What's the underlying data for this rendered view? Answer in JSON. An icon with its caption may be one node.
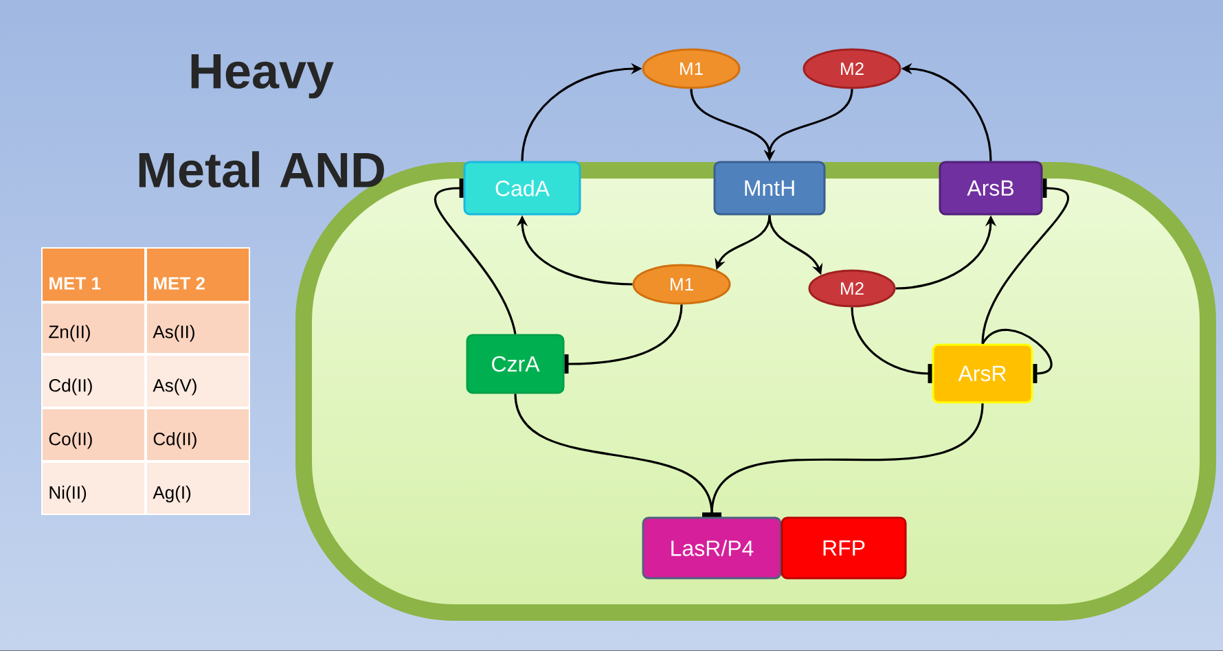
{
  "diagram": {
    "title": "Heavy Metal AND",
    "nodes": [
      {
        "text": [
          "M1"
        ]
      },
      {
        "text": [
          "M2"
        ]
      },
      {
        "text": [
          "CadA"
        ]
      },
      {
        "text": [
          "MntH"
        ]
      },
      {
        "text": [
          "ArsB"
        ]
      },
      {
        "text": [
          "M1"
        ]
      },
      {
        "text": [
          "M2"
        ]
      },
      {
        "text": [
          "CzrA"
        ]
      },
      {
        "text": [
          "ArsR"
        ]
      },
      {
        "text": [
          "LasR/P4"
        ]
      },
      {
        "text": [
          "RFP"
        ]
      }
    ],
    "edges": [
      {
        "from": 2,
        "to": 0,
        "arrow": "to"
      },
      {
        "from": 4,
        "to": 1,
        "arrow": "to"
      },
      {
        "from": 0,
        "to": 3,
        "arrow": "to"
      },
      {
        "from": 1,
        "to": 3,
        "arrow": "to"
      },
      {
        "from": 3,
        "to": 5,
        "arrow": "to"
      },
      {
        "from": 3,
        "to": 6,
        "arrow": "to"
      },
      {
        "from": 5,
        "to": 2,
        "arrow": "to"
      },
      {
        "from": 6,
        "to": 4,
        "arrow": "to"
      },
      {
        "from": 5,
        "to": 7,
        "arrow": "other"
      },
      {
        "from": 6,
        "to": 8,
        "arrow": "other"
      },
      {
        "from": 7,
        "to": 2,
        "arrow": "other"
      },
      {
        "from": 8,
        "to": 4,
        "arrow": "other"
      },
      {
        "from": 8,
        "to": 8,
        "arrow": "other"
      },
      {
        "from": 7,
        "to": 9,
        "arrow": "other"
      },
      {
        "from": 8,
        "to": 9,
        "arrow": "other"
      }
    ],
    "labels": [
      "MET 1",
      "MET 2",
      "Zn(II)",
      "As(II)",
      "Cd(II)",
      "As(V)",
      "Co(II)",
      "Cd(II)",
      "Ni(II)",
      "Ag(I)"
    ]
  }
}
